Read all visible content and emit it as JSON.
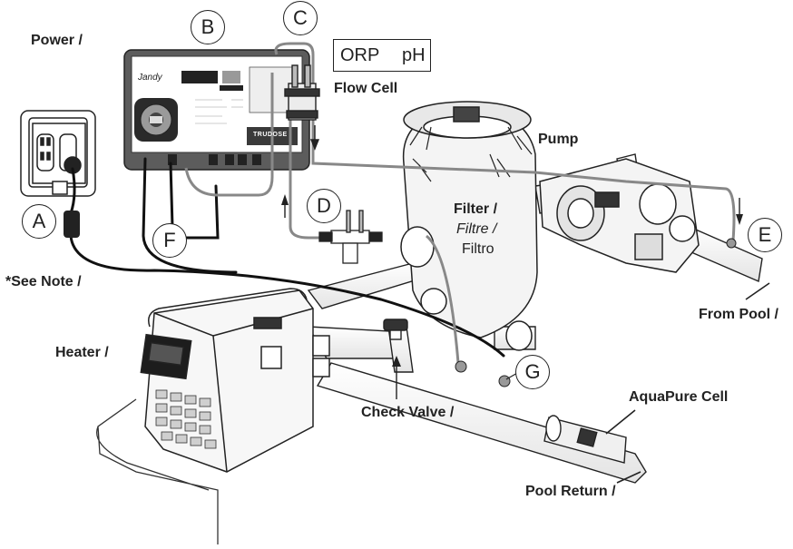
{
  "labels": {
    "power": "Power /",
    "see_note": "*See Note /",
    "flow_cell": "Flow Cell",
    "orp": "ORP",
    "ph": "pH",
    "pump": "Pump",
    "filter_en": "Filter /",
    "filter_fr": "Filtre /",
    "filter_es": "Filtro",
    "heater": "Heater /",
    "check_valve": "Check Valve /",
    "from_pool": "From Pool /",
    "aquapure_cell": "AquaPure Cell",
    "pool_return": "Pool Return /"
  },
  "callouts": {
    "a": "A",
    "b": "B",
    "c": "C",
    "d": "D",
    "e": "E",
    "f": "F",
    "g": "G"
  },
  "controller": {
    "brand": "Jandy",
    "model": "TRUDOSE"
  }
}
